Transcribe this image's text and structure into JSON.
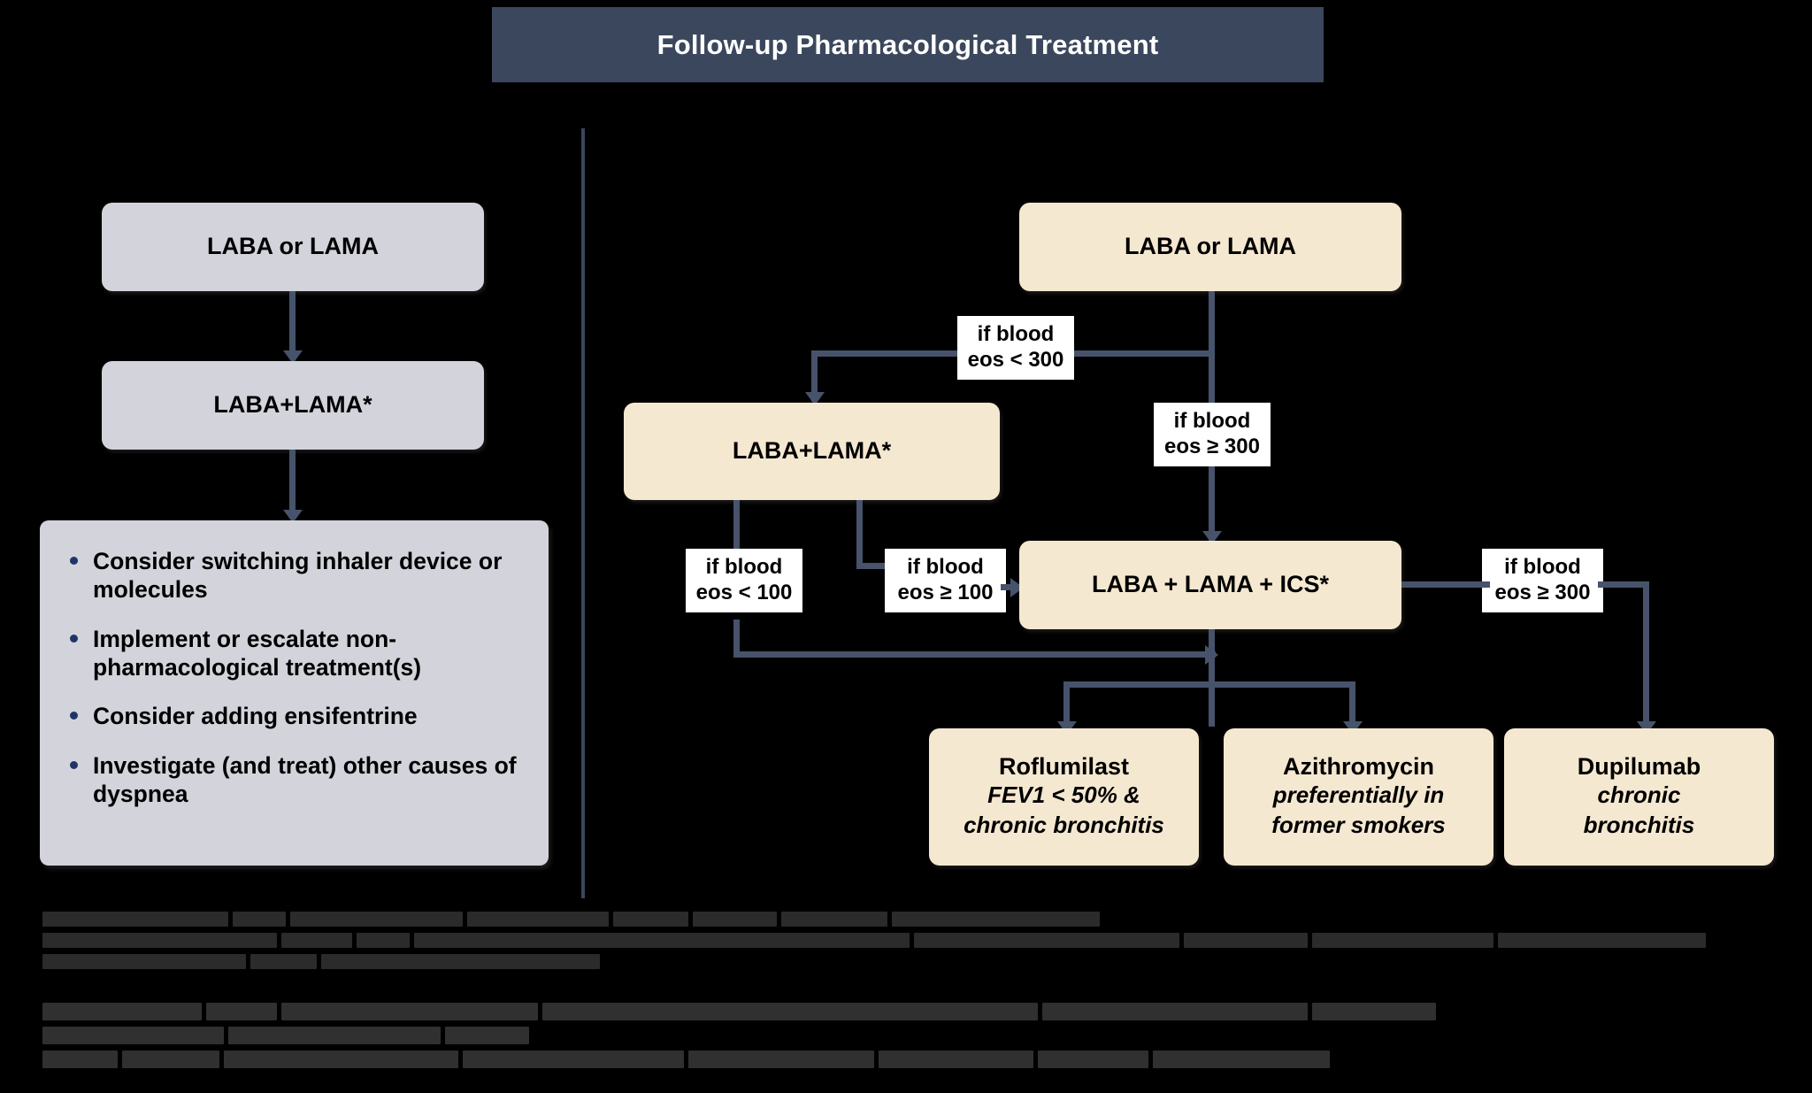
{
  "header": {
    "title": "Follow-up Pharmacological Treatment"
  },
  "left_column": {
    "name": "dyspnea-pathway",
    "steps": [
      {
        "id": "l1",
        "label": "LABA or LAMA"
      },
      {
        "id": "l2",
        "label": "LABA+LAMA*"
      }
    ],
    "recommendations": [
      "Consider switching inhaler device or molecules",
      "Implement or escalate non-pharmacological treatment(s)",
      "Consider adding ensifentrine",
      "Investigate (and treat) other causes of dyspnea"
    ]
  },
  "right_column": {
    "name": "exacerbations-pathway",
    "nodes": [
      {
        "id": "r-top",
        "label": "LABA or LAMA"
      },
      {
        "id": "r-dual",
        "label": "LABA+LAMA*"
      },
      {
        "id": "r-trip",
        "label": "LABA + LAMA + ICS*"
      }
    ],
    "conditions": [
      {
        "id": "c-lt300",
        "line1": "if blood",
        "line2": "eos < 300"
      },
      {
        "id": "c-ge300",
        "line1": "if blood",
        "line2": "eos ≥ 300"
      },
      {
        "id": "c-lt100",
        "line1": "if blood",
        "line2": "eos < 100"
      },
      {
        "id": "c-ge100",
        "line1": "if blood",
        "line2": "eos ≥ 100"
      },
      {
        "id": "c-ge300b",
        "line1": "if blood",
        "line2": "eos ≥ 300"
      }
    ],
    "outcomes": [
      {
        "id": "o-rof",
        "drug": "Roflumilast",
        "note1": "FEV1 < 50% &",
        "note2": "chronic bronchitis"
      },
      {
        "id": "o-azi",
        "drug": "Azithromycin",
        "note1": "preferentially in",
        "note2": "former smokers"
      },
      {
        "id": "o-dup",
        "drug": "Dupilumab",
        "note1": "chronic",
        "note2": "bronchitis"
      }
    ]
  },
  "footnotes": {
    "note": "footnote text is visually obscured / illegible in the source image",
    "block_rows": [
      [
        210,
        60,
        195,
        160,
        85,
        95,
        120,
        235
      ],
      [
        265,
        80,
        60,
        560,
        300,
        140,
        205,
        235
      ],
      [
        230,
        75,
        315
      ],
      [
        180,
        80,
        290,
        560,
        300,
        140,
        205,
        240,
        95
      ],
      [
        85,
        110,
        265,
        250,
        210,
        175,
        125,
        200
      ]
    ]
  },
  "colors": {
    "title_bar": "#3b475c",
    "grey_box": "#d3d3db",
    "cream_box": "#f5e8d0",
    "connector": "#46536b",
    "bullet": "#1f3566",
    "background": "#000000"
  }
}
